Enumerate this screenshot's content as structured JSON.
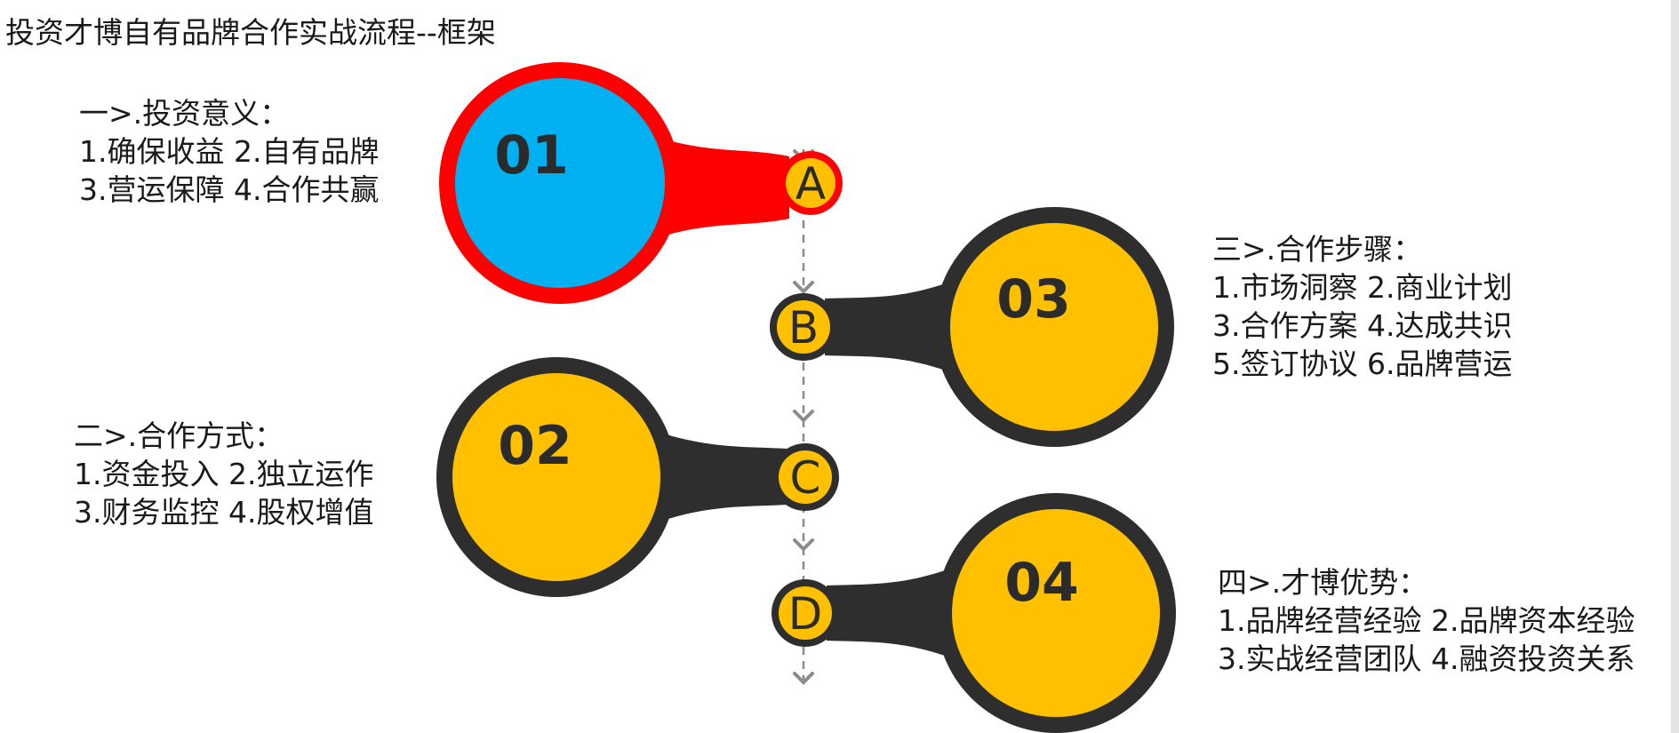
{
  "title": "投资才博自有品牌合作实战流程--框架",
  "colors": {
    "red": "#ff0000",
    "blue": "#00b0f0",
    "gold": "#ffc000",
    "dark": "#2e2e2e",
    "dash": "#8c8c8c"
  },
  "nodes": {
    "a": "A",
    "b": "B",
    "c": "C",
    "d": "D"
  },
  "blobs": {
    "n01": "01",
    "n02": "02",
    "n03": "03",
    "n04": "04"
  },
  "sections": {
    "s1": {
      "heading": "一>.投资意义：",
      "line1": "1.确保收益 2.自有品牌",
      "line2": "3.营运保障 4.合作共赢"
    },
    "s2": {
      "heading": "二>.合作方式：",
      "line1": "1.资金投入 2.独立运作",
      "line2": "3.财务监控 4.股权增值"
    },
    "s3": {
      "heading": "三>.合作步骤：",
      "line1": "1.市场洞察 2.商业计划",
      "line2": "3.合作方案 4.达成共识",
      "line3": "5.签订协议 6.品牌营运"
    },
    "s4": {
      "heading": "四>.才博优势：",
      "line1": "1.品牌经营经验  2.品牌资本经验",
      "line2": "3.实战经营团队  4.融资投资关系"
    }
  }
}
